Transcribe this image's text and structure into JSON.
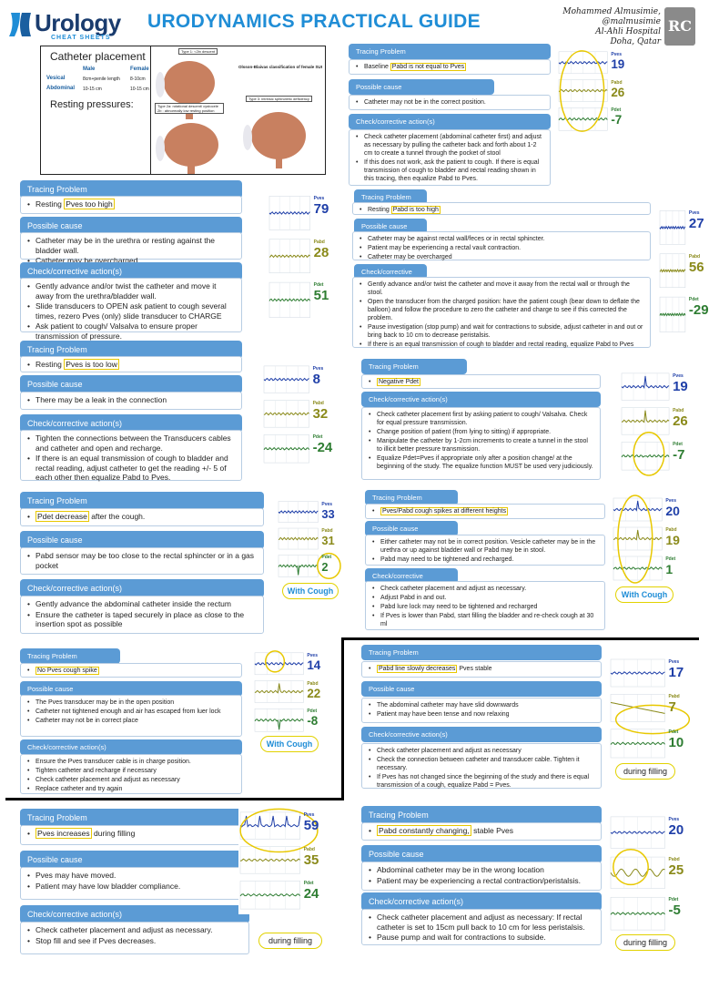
{
  "brand": {
    "name": "Urology",
    "sub": "CHEAT SHEETS"
  },
  "title": "URODYNAMICS PRACTICAL GUIDE",
  "author": {
    "line1": "Mohammed Almusimie, @malmusimie",
    "line2": "Al-Ahli Hospital",
    "line3": "Doha, Qatar"
  },
  "logo_text": "RC",
  "catheter": {
    "title": "Catheter placement",
    "col_male": "Male",
    "col_female": "Female",
    "row1_label": "Vesical",
    "row1_male": "8cm+penile length",
    "row1_female": "8-10cm",
    "row2_label": "Abdominal",
    "row2_male": "10-15 cm",
    "row2_female": "10-15 cm",
    "resting": "Resting pressures:",
    "fig_type1": "Type 1: <2in descent",
    "fig_title": "Olsson-Blaivas classification of female SUI",
    "fig_type2": "Type 2a: rotational descent/ cystocele 2b : abnormally low resting position",
    "fig_type3": "Type 3: intrinsic sphincteric deficiency"
  },
  "labels": {
    "tracing": "Tracing Problem",
    "cause": "Possible cause",
    "check": "Check/corrective action(s)",
    "pves": "Pves",
    "pabd": "Pabd",
    "pdet": "Pdet",
    "with_cough": "With Cough",
    "during_filling": "during filling"
  },
  "p1": {
    "problem_pre": "Baseline ",
    "problem_hl": "Pabd is not equal to Pves",
    "problem_post": "",
    "cause": [
      "Catheter may not be in the correct position."
    ],
    "actions": [
      "Check catheter placement (abdominal catheter first) and adjust as necessary by pulling the catheter back and forth about 1-2 cm to create a tunnel through the pocket of stool",
      "If this does not work, ask the patient to cough. If there is equal transmission of cough to bladder and rectal reading shown in this tracing, then equalize Pabd to Pves."
    ],
    "values": [
      "19",
      "26",
      "-7"
    ]
  },
  "p2": {
    "problem_pre": "Resting ",
    "problem_hl": "Pves too high",
    "problem_post": "",
    "cause": [
      "Catheter may be in the urethra or resting against the bladder wall.",
      "Catheter may be overcharged"
    ],
    "actions": [
      "Gently advance and/or twist the catheter and move it away from the urethra/bladder wall.",
      "Slide transducers to OPEN ask patient to cough several times, rezero Pves (only) slide transducer to CHARGE",
      "Ask patient to cough/ Valsalva to ensure proper transmission of pressure."
    ],
    "values": [
      "79",
      "28",
      "51"
    ]
  },
  "p3": {
    "problem_pre": "Resting ",
    "problem_hl": "Pabd is too high",
    "problem_post": "",
    "cause": [
      "Catheter may be against rectal wall/feces or in rectal sphincter.",
      "Patient may be experiencing a rectal vault contraction.",
      "Catheter may be overcharged"
    ],
    "actions": [
      "Gently advance and/or twist the catheter and move it away from the rectal wall or through the stool.",
      "Open the transducer from the charged position: have the patient cough (bear down to deflate the balloon) and follow the procedure to zero the catheter and charge to see if this corrected the problem.",
      "Pause investigation (stop pump) and wait for contractions to subside, adjust catheter in and out or bring back to 10 cm to decrease peristalsis.",
      "If there is an equal transmission of cough to bladder and rectal reading, equalize Pabd to Pves"
    ],
    "values": [
      "27",
      "56",
      "-29"
    ]
  },
  "p4": {
    "problem_pre": "Resting ",
    "problem_hl": "Pves is too low",
    "problem_post": "",
    "cause": [
      "There may be a leak in the connection"
    ],
    "actions": [
      "Tighten the connections between the Transducers cables and catheter and open and recharge.",
      "If there is an equal transmission of cough to bladder and rectal reading, adjust catheter to get the reading +/- 5 of each other then equalize Pabd to Pves."
    ],
    "values": [
      "8",
      "32",
      "-24"
    ]
  },
  "p5": {
    "problem_pre": "",
    "problem_hl": "Negative Pdet",
    "problem_post": "",
    "cause": [],
    "actions": [
      "Check catheter placement first by asking patient to cough/ Valsalva. Check for equal pressure transmission.",
      "Change position of patient (from lying to sitting) if appropriate.",
      "Manipulate the catheter by 1-2cm increments to create a tunnel in the stool to illicit better pressure transmission.",
      "Equalize Pdet=Pves if appropriate only after a position change/ at the beginning of the study. The equalize function MUST be used very judiciously."
    ],
    "values": [
      "19",
      "26",
      "-7"
    ]
  },
  "p6": {
    "problem_pre": "",
    "problem_hl": "Pdet decrease",
    "problem_post": " after the cough.",
    "cause": [
      "Pabd sensor may be too close to the rectal sphincter or in a gas pocket"
    ],
    "actions": [
      "Gently advance the abdominal catheter inside the rectum",
      "Ensure the catheter is taped securely in place as close to the insertion spot as possible"
    ],
    "values": [
      "33",
      "31",
      "2"
    ]
  },
  "p7": {
    "problem_pre": "",
    "problem_hl": "Pves/Pabd cough spikes at different heights",
    "problem_post": "",
    "cause": [
      "Either catheter may not be in correct position. Vesicle catheter may be in the urethra or up against bladder wall or Pabd may be in stool.",
      "Pabd may need to be tightened and recharged."
    ],
    "actions": [
      "Check catheter placement and adjust as necessary.",
      "Adjust Pabd in and out.",
      "Pabd lure lock may need to be tightened and recharged",
      "If Pves is lower than Pabd, start filling the bladder and re-check cough at 30 ml"
    ],
    "values": [
      "20",
      "19",
      "1"
    ]
  },
  "p8": {
    "problem_pre": "",
    "problem_hl": "No Pves cough spike",
    "problem_post": "",
    "cause": [
      "The Pves transducer may be in the open position",
      "Catheter not tightened enough and air has escaped from luer lock",
      "Catheter may not be in correct place"
    ],
    "actions": [
      "Ensure the Pves transducer cable is in charge position.",
      "Tighten catheter and recharge if necessary",
      "Check catheter placement and adjust as necessary",
      "Replace catheter and try again"
    ],
    "values": [
      "14",
      "22",
      "-8"
    ]
  },
  "p9": {
    "problem_pre": "",
    "problem_hl": "Pabd line slowly decreases",
    "problem_post": " Pves stable",
    "cause": [
      "The abdominal catheter may have slid downwards",
      "Patient may have been tense and now relaxing"
    ],
    "actions": [
      "Check catheter placement and adjust as necessary",
      "Check the connection between catheter and transducer cable. Tighten it necessary.",
      "If Pves has not changed since the beginning of the study and there is equal transmission of a cough, equalize Pabd = Pves."
    ],
    "values": [
      "17",
      "7",
      "10"
    ]
  },
  "p10": {
    "problem_pre": "",
    "problem_hl": "Pves increases",
    "problem_post": " during filling",
    "cause": [
      "Pves may have moved.",
      "Patient may have low bladder compliance."
    ],
    "actions": [
      "Check catheter placement and adjust as necessary.",
      "Stop fill and see if Pves decreases."
    ],
    "values": [
      "59",
      "35",
      "24"
    ]
  },
  "p11": {
    "problem_pre": "",
    "problem_hl": "Pabd constantly changing,",
    "problem_post": " stable Pves",
    "cause": [
      "Abdominal catheter may be in the wrong location",
      "Patient may be experiencing a rectal contraction/peristalsis."
    ],
    "actions": [
      "Check catheter placement and adjust as necessary: If rectal catheter is set to 15cm pull back to 10 cm for less peristalsis.",
      "Pause pump and wait for contractions to subside."
    ],
    "values": [
      "20",
      "25",
      "-5"
    ]
  },
  "colors": {
    "header": "#5b9bd5",
    "highlight": "#e8c800",
    "pves": "#1f3fa8",
    "pabd": "#8a8a1a",
    "pdet": "#2e7d32",
    "title": "#1f8dd6"
  }
}
